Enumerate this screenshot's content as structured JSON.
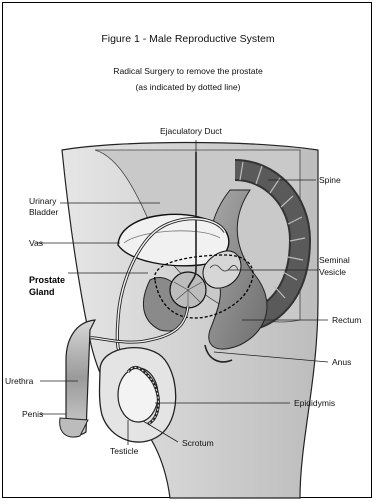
{
  "figure": {
    "title": "Figure 1 -  Male Reproductive System",
    "subtitle_line1": "Radical Surgery to remove the prostate",
    "subtitle_line2": "(as indicated by dotted line)"
  },
  "labels": {
    "ejaculatory_duct": "Ejaculatory Duct",
    "spine": "Spine",
    "urinary_line1": "Urinary",
    "urinary_line2": "Bladder",
    "vas": "Vas",
    "seminal_line1": "Seminal",
    "seminal_line2": "Vesicle",
    "prostate_line1": "Prostate",
    "prostate_line2": "Gland",
    "rectum": "Rectum",
    "anus": "Anus",
    "urethra": "Urethra",
    "epididymis": "Epididymis",
    "penis": "Penis",
    "scrotum": "Scrotum",
    "testicle": "Testicle"
  }
}
